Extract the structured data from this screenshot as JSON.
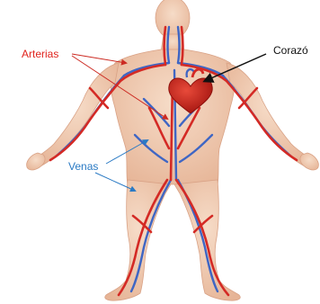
{
  "diagram": {
    "labels": {
      "arterias": "Arterias",
      "venas": "Venas",
      "corazon": "Corazó"
    },
    "colors": {
      "skin": "#f2cdb4",
      "skin_shadow": "#e2ad92",
      "artery": "#d42a25",
      "vein": "#3f66c4",
      "heart": "#c8201c",
      "label_arterias": "#e0221c",
      "label_venas": "#2a7ac4",
      "label_corazon": "#111111",
      "pointer": "#111111"
    },
    "icons": [
      "human-body-figure",
      "heart-icon"
    ]
  }
}
